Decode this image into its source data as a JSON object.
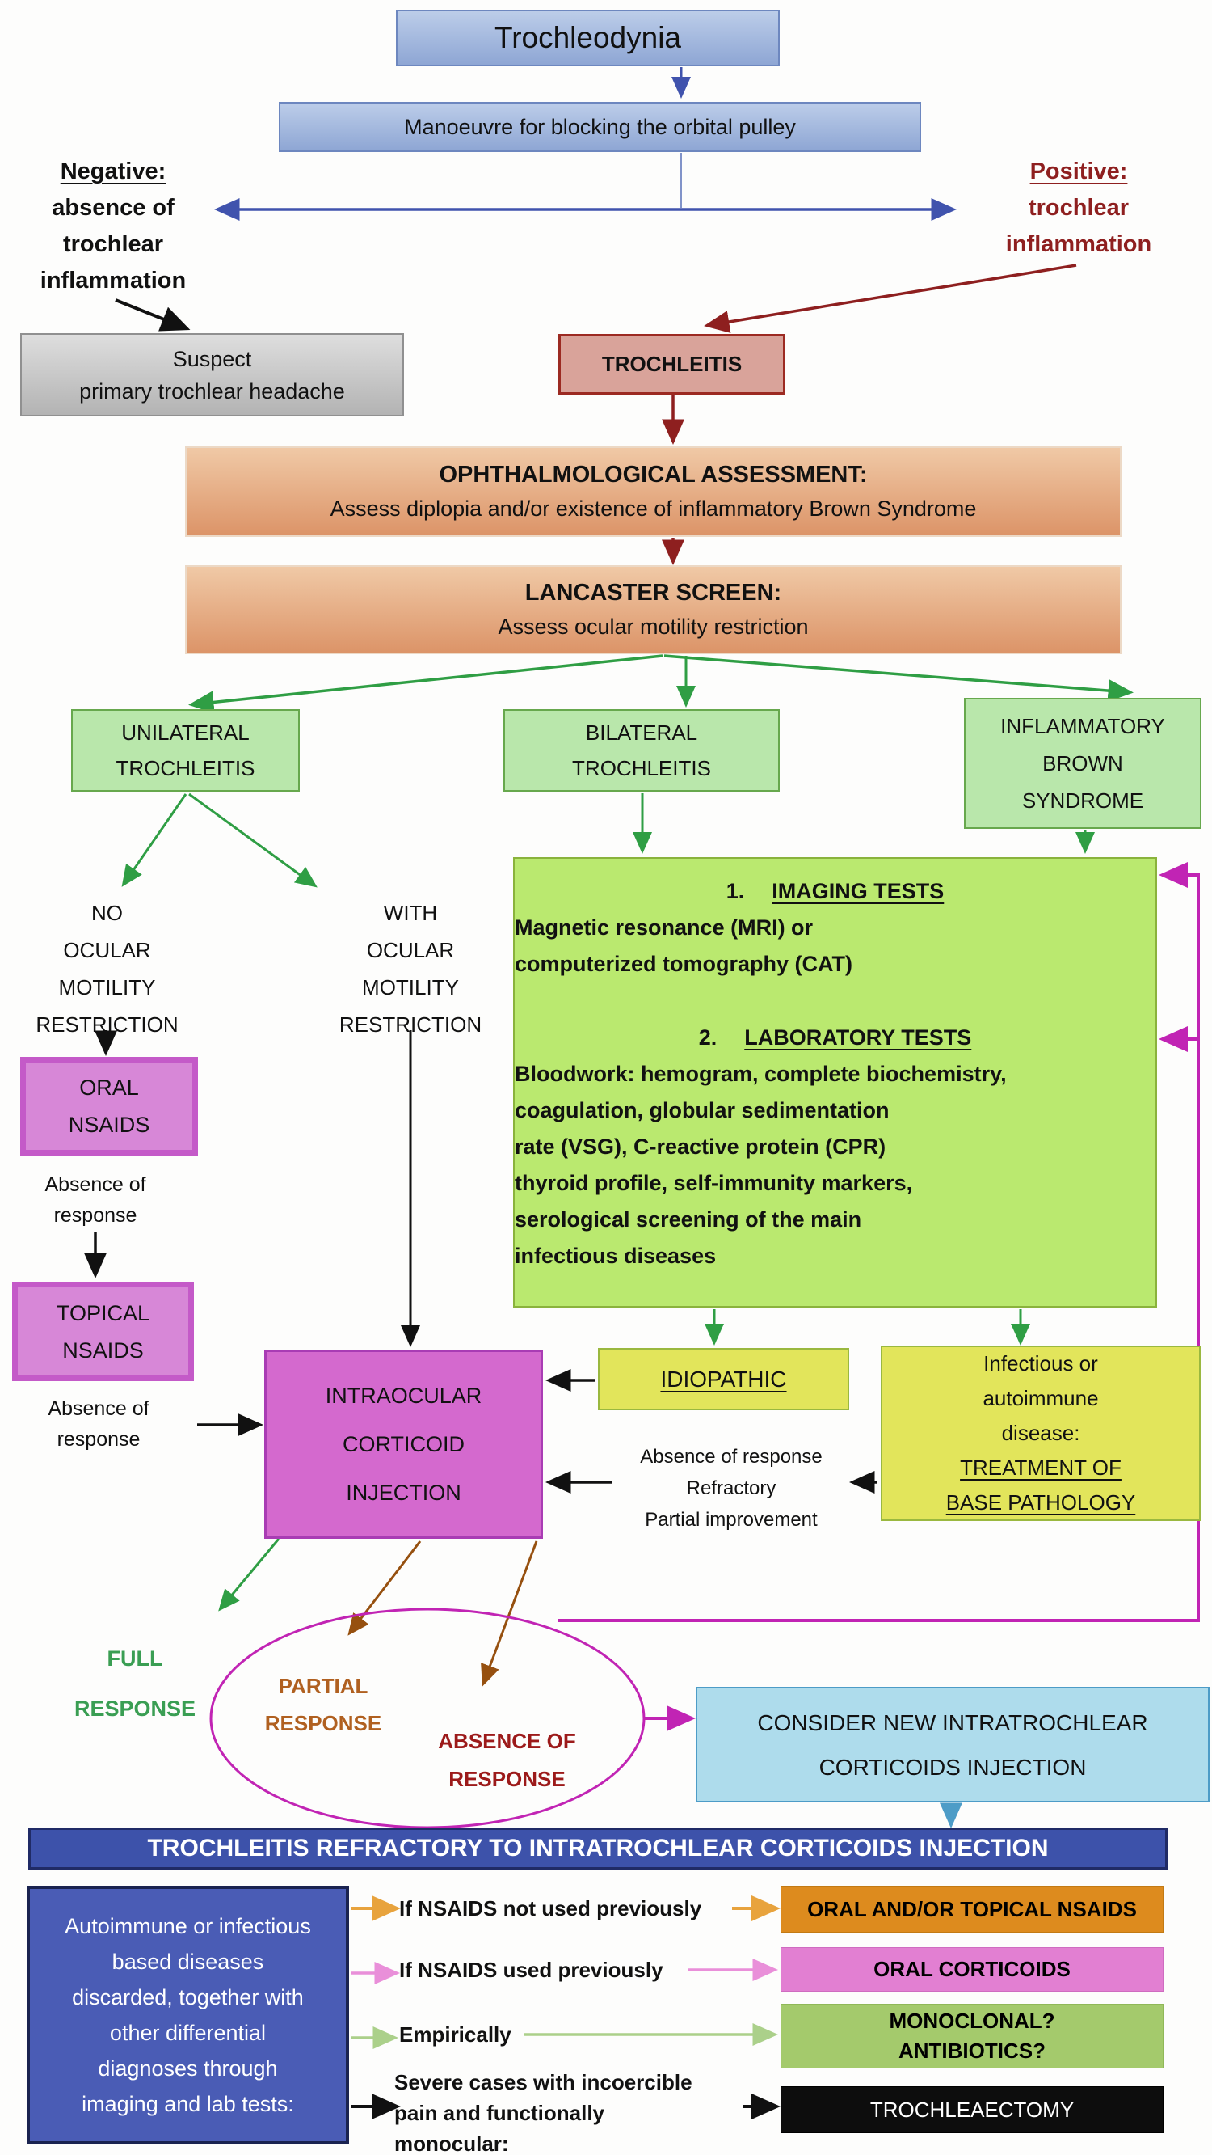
{
  "colors": {
    "blue_arrow": "#4053ad",
    "dark_red": "#8e1f1f",
    "green_arrow": "#2f9e44",
    "magenta": "#c124b4",
    "brown": "#96500f",
    "sky": "#4d9cc7",
    "orange": "#e8a33d",
    "pink": "#e98fd9",
    "light_green": "#abd08a",
    "node_blue": "#9db1da",
    "node_green": "#b9e7ab",
    "node_tests": "#bae96f",
    "node_violet": "#d787d7",
    "node_orchid": "#d469ce",
    "node_yellow": "#e2e55b",
    "node_tan": "#e0a47c",
    "node_navy": "#3d52aa",
    "node_orange": "#dd8b1e",
    "node_pink": "#e27fd2",
    "node_lgreen": "#a4ca6c",
    "node_black": "#0d0d0d"
  },
  "top": {
    "title": "Trochleodynia",
    "manoeuvre": "Manoeuvre for blocking the orbital pulley",
    "negative": {
      "head": "Negative:",
      "lines": [
        "absence of",
        "trochlear",
        "inflammation"
      ]
    },
    "positive": {
      "head": "Positive:",
      "lines": [
        "trochlear",
        "inflammation"
      ]
    },
    "suspect": {
      "lines": [
        "Suspect",
        "primary trochlear headache"
      ]
    },
    "trochleitis": "TROCHLEITIS"
  },
  "assessment": {
    "title": "OPHTHALMOLOGICAL ASSESSMENT:",
    "subtitle": "Assess diplopia and/or existence of inflammatory Brown Syndrome"
  },
  "lancaster": {
    "title": "LANCASTER SCREEN:",
    "subtitle": "Assess ocular motility restriction"
  },
  "branches": {
    "unilateral": [
      "UNILATERAL",
      "TROCHLEITIS"
    ],
    "bilateral": [
      "BILATERAL",
      "TROCHLEITIS"
    ],
    "brown_syndrome": [
      "INFLAMMATORY",
      "BROWN",
      "SYNDROME"
    ]
  },
  "tests": {
    "imaging_num": "1.",
    "imaging_title": "IMAGING TESTS",
    "imaging_lines": [
      "Magnetic resonance (MRI) or",
      "computerized tomography (CAT)"
    ],
    "lab_num": "2.",
    "lab_title": "LABORATORY TESTS",
    "lab_lines": [
      "Bloodwork: hemogram, complete biochemistry,",
      "coagulation, globular sedimentation",
      "rate (VSG), C-reactive protein (CPR)",
      "thyroid profile, self-immunity markers,",
      "serological screening of the main",
      "infectious diseases"
    ]
  },
  "left": {
    "no_restriction": [
      "NO",
      "OCULAR",
      "MOTILITY",
      "RESTRICTION"
    ],
    "with_restriction": [
      "WITH",
      "OCULAR",
      "MOTILITY",
      "RESTRICTION"
    ],
    "oral_nsaids": [
      "ORAL",
      "NSAIDS"
    ],
    "absence1": [
      "Absence of",
      "response"
    ],
    "topical_nsaids": [
      "TOPICAL",
      "NSAIDS"
    ],
    "absence2": [
      "Absence of",
      "response"
    ]
  },
  "middle": {
    "intraocular": [
      "INTRAOCULAR",
      "CORTICOID",
      "INJECTION"
    ],
    "idiopathic": "IDIOPATHIC",
    "infectious_lines": [
      "Infectious or",
      "autoimmune",
      "disease:"
    ],
    "treatment_lines": [
      "TREATMENT OF",
      "BASE PATHOLOGY"
    ],
    "absence_refractory": [
      "Absence of response",
      "Refractory",
      "Partial improvement"
    ]
  },
  "responses": {
    "full": [
      "FULL",
      "RESPONSE"
    ],
    "partial": [
      "PARTIAL",
      "RESPONSE"
    ],
    "absence": [
      "ABSENCE OF",
      "RESPONSE"
    ]
  },
  "consider": {
    "lines": [
      "CONSIDER NEW INTRATROCHLEAR",
      "CORTICOIDS INJECTION"
    ]
  },
  "banner": "TROCHLEITIS REFRACTORY TO INTRATROCHLEAR CORTICOIDS INJECTION",
  "bottom": {
    "criteria": [
      "Autoimmune or infectious",
      "based diseases",
      "discarded, together with",
      "other differential",
      "diagnoses through",
      "imaging and lab tests:"
    ],
    "rows": [
      {
        "condition_lines": [
          "If NSAIDS not used previously"
        ],
        "result_lines": [
          "ORAL AND/OR TOPICAL NSAIDS"
        ]
      },
      {
        "condition_lines": [
          "If NSAIDS used previously"
        ],
        "result_lines": [
          "ORAL CORTICOIDS"
        ]
      },
      {
        "condition_lines": [
          "Empirically"
        ],
        "result_lines": [
          "MONOCLONAL?",
          "ANTIBIOTICS?"
        ]
      },
      {
        "condition_lines": [
          "Severe cases with incoercible",
          "pain and functionally",
          "monocular:"
        ],
        "result_lines": [
          "TROCHLEAECTOMY"
        ]
      }
    ]
  }
}
